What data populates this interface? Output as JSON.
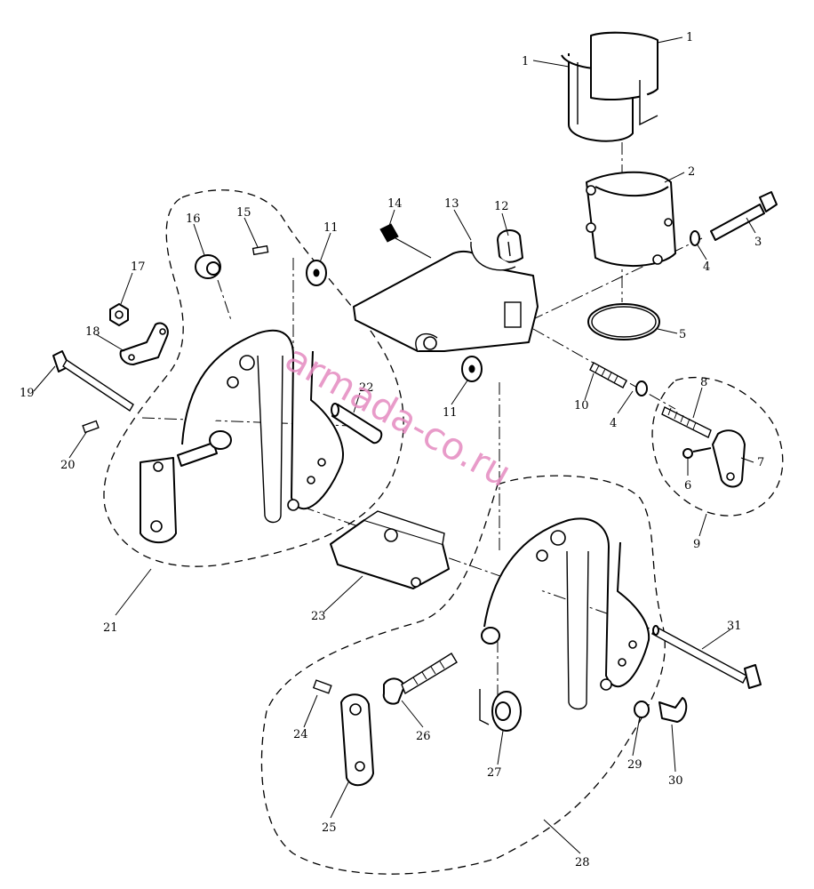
{
  "watermark": "armada-co.ru",
  "callouts": [
    {
      "id": "c1a",
      "text": "1"
    },
    {
      "id": "c1b",
      "text": "1"
    },
    {
      "id": "c2",
      "text": "2"
    },
    {
      "id": "c3",
      "text": "3"
    },
    {
      "id": "c4a",
      "text": "4"
    },
    {
      "id": "c4b",
      "text": "4"
    },
    {
      "id": "c5",
      "text": "5"
    },
    {
      "id": "c6",
      "text": "6"
    },
    {
      "id": "c7",
      "text": "7"
    },
    {
      "id": "c8",
      "text": "8"
    },
    {
      "id": "c9",
      "text": "9"
    },
    {
      "id": "c10",
      "text": "10"
    },
    {
      "id": "c11a",
      "text": "11"
    },
    {
      "id": "c11b",
      "text": "11"
    },
    {
      "id": "c12",
      "text": "12"
    },
    {
      "id": "c13",
      "text": "13"
    },
    {
      "id": "c14",
      "text": "14"
    },
    {
      "id": "c15",
      "text": "15"
    },
    {
      "id": "c16",
      "text": "16"
    },
    {
      "id": "c17",
      "text": "17"
    },
    {
      "id": "c18",
      "text": "18"
    },
    {
      "id": "c19",
      "text": "19"
    },
    {
      "id": "c20",
      "text": "20"
    },
    {
      "id": "c21",
      "text": "21"
    },
    {
      "id": "c22",
      "text": "22"
    },
    {
      "id": "c23",
      "text": "23"
    },
    {
      "id": "c24",
      "text": "24"
    },
    {
      "id": "c25",
      "text": "25"
    },
    {
      "id": "c26",
      "text": "26"
    },
    {
      "id": "c27",
      "text": "27"
    },
    {
      "id": "c28",
      "text": "28"
    },
    {
      "id": "c29",
      "text": "29"
    },
    {
      "id": "c30",
      "text": "30"
    },
    {
      "id": "c31",
      "text": "31"
    }
  ]
}
